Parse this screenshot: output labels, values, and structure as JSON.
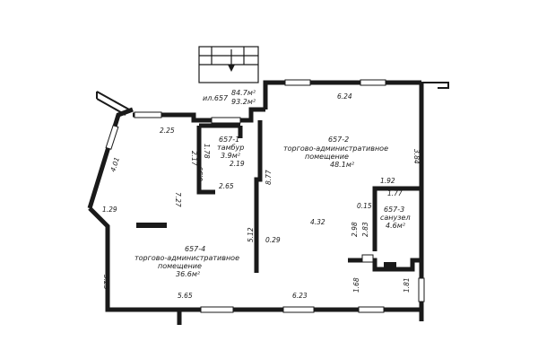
{
  "plan": {
    "building_label": "ил.657",
    "area_total": "84.7м²",
    "area_total_2": "93.2м²",
    "rooms": [
      {
        "id": "657-1",
        "name": "тамбур",
        "area": "3.9м²"
      },
      {
        "id": "657-2",
        "name_line1": "торгово-административное",
        "name_line2": "помещение",
        "area": "48.1м²"
      },
      {
        "id": "657-3",
        "name": "санузел",
        "area": "4.6м²"
      },
      {
        "id": "657-4",
        "name_line1": "торгово-административное",
        "name_line2": "помещение",
        "area": "36.6м²"
      }
    ],
    "dimensions": {
      "d_624_top": "6.24",
      "d_225": "2.25",
      "d_384": "3.84",
      "d_401": "4.01",
      "d_217": "2.17",
      "d_178": "1.78",
      "d_219": "2.19",
      "d_039": "0.39",
      "d_265": "2.65",
      "d_727": "7.27",
      "d_877": "8.77",
      "d_192": "1.92",
      "d_177": "1.77",
      "d_015": "0.15",
      "d_129": "1.29",
      "d_432": "4.32",
      "d_512": "5.12",
      "d_029": "0.29",
      "d_298": "2.98",
      "d_283": "2.83",
      "d_323": "3.23",
      "d_565": "5.65",
      "d_623": "6.23",
      "d_168": "1.68",
      "d_181": "1.81"
    }
  }
}
